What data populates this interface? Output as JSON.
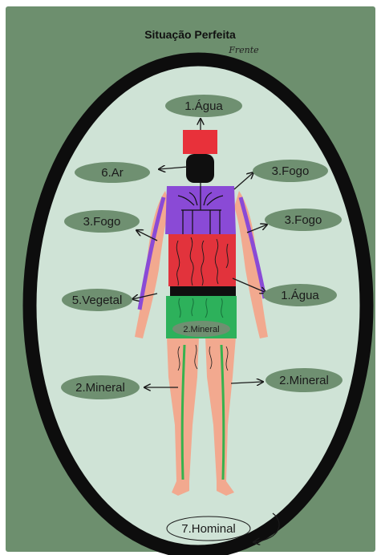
{
  "title": "Situação Perfeita",
  "subtitle": "Frente",
  "colors": {
    "frame": "#6d8f6e",
    "oval_fill": "#cfe3d6",
    "oval_stroke": "#0d0d0d",
    "label_fill": "#6f9071",
    "skin": "#f2a98f",
    "head_block": "#e8313a",
    "chest": "#8a4ad6",
    "torso": "#e2333c",
    "belt": "#0f0f0f",
    "hips": "#2db15b",
    "legs_line": "#37b24d"
  },
  "labels": {
    "agua_top": "1.Água",
    "ar": "6.Ar",
    "fogo_right_top": "3.Fogo",
    "fogo_left": "3.Fogo",
    "fogo_right": "3.Fogo",
    "vegetal": "5.Vegetal",
    "agua_right": "1.Água",
    "mineral_center": "2.Mineral",
    "mineral_left": "2.Mineral",
    "mineral_right": "2.Mineral",
    "hominal": "7.Hominal"
  }
}
